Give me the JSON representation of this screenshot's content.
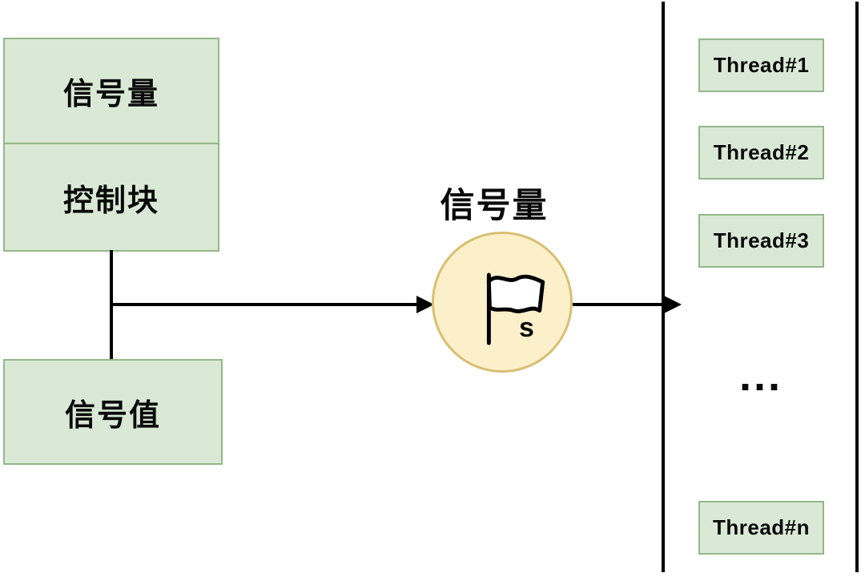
{
  "colors": {
    "background": "#ffffff",
    "box_fill": "#d9e9d5",
    "box_border": "#93b889",
    "circle_fill": "#fbf0ca",
    "circle_border": "#d9bf72",
    "line": "#000000",
    "text": "#0a0a0a"
  },
  "semaphore_struct": {
    "name_label": "信号量",
    "control_block_label": "控制块",
    "value_label": "信号值"
  },
  "semaphore_node": {
    "title": "信号量",
    "icon": "flag-icon",
    "subscript": "s"
  },
  "thread_queue": {
    "threads": [
      {
        "label": "Thread#1"
      },
      {
        "label": "Thread#2"
      },
      {
        "label": "Thread#3"
      }
    ],
    "ellipsis": "...",
    "thread_n": {
      "label": "Thread#n"
    }
  }
}
